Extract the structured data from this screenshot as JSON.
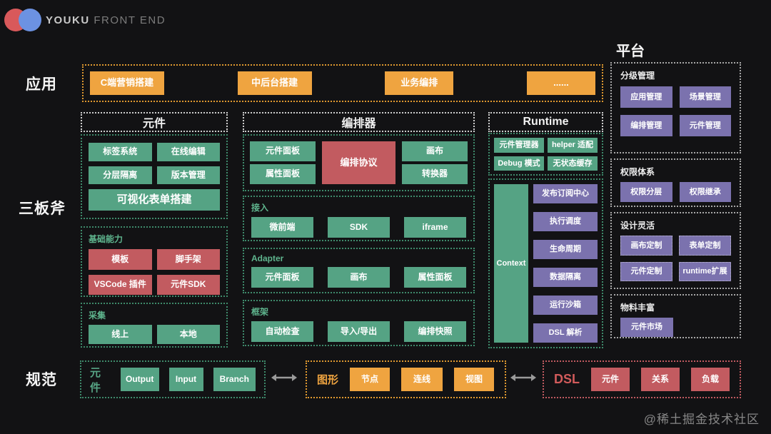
{
  "brand": {
    "name_bold": "YOUKU",
    "name_light": "FRONT END"
  },
  "side_labels": {
    "app": "应用",
    "three_axes": "三板斧",
    "spec": "规范"
  },
  "applications": {
    "items": [
      "C端营销搭建",
      "中后台搭建",
      "业务编排",
      "......"
    ]
  },
  "component_col": {
    "title": "元件",
    "core": {
      "buttons": [
        "标签系统",
        "在线编辑",
        "分层隔离",
        "版本管理"
      ],
      "wide": "可视化表单搭建"
    },
    "basic": {
      "label": "基础能力",
      "buttons": [
        "模板",
        "脚手架",
        "VSCode 插件",
        "元件SDK"
      ]
    },
    "collect": {
      "label": "采集",
      "buttons": [
        "线上",
        "本地"
      ]
    }
  },
  "orchestrator_col": {
    "title": "编排器",
    "core": {
      "left": [
        "元件面板",
        "属性面板"
      ],
      "center": "编排协议",
      "right": [
        "画布",
        "转换器"
      ]
    },
    "access": {
      "label": "接入",
      "buttons": [
        "微前端",
        "SDK",
        "iframe"
      ]
    },
    "adapter": {
      "label": "Adapter",
      "buttons": [
        "元件面板",
        "画布",
        "属性面板"
      ]
    },
    "framework": {
      "label": "框架",
      "buttons": [
        "自动检查",
        "导入/导出",
        "编排快照"
      ]
    }
  },
  "runtime_col": {
    "title": "Runtime",
    "top_buttons": [
      "元件管理器",
      "helper 适配",
      "Debug 模式",
      "无状态缓存"
    ],
    "context_label": "Context",
    "stack": [
      "发布订阅中心",
      "执行调度",
      "生命周期",
      "数据隔离",
      "运行沙箱",
      "DSL 解析"
    ]
  },
  "platform_col": {
    "title": "平台",
    "grading": {
      "label": "分级管理",
      "buttons": [
        "应用管理",
        "场景管理",
        "编排管理",
        "元件管理"
      ]
    },
    "permission": {
      "label": "权限体系",
      "buttons": [
        "权限分层",
        "权限继承"
      ]
    },
    "design": {
      "label": "设计灵活",
      "buttons": [
        "画布定制",
        "表单定制",
        "元件定制",
        "runtime扩展"
      ]
    },
    "material": {
      "label": "物料丰富",
      "buttons": [
        "元件市场"
      ]
    }
  },
  "spec_row": {
    "component": {
      "label": "元件",
      "buttons": [
        "Output",
        "Input",
        "Branch"
      ]
    },
    "graph": {
      "label": "图形",
      "buttons": [
        "节点",
        "连线",
        "视图"
      ]
    },
    "dsl": {
      "label": "DSL",
      "buttons": [
        "元件",
        "关系",
        "负载"
      ]
    }
  },
  "watermark": "@稀土掘金技术社区",
  "colors": {
    "orange": "#efa440",
    "green": "#55a384",
    "red": "#c25b60",
    "purple": "#7b72ae",
    "background": "#121214"
  }
}
